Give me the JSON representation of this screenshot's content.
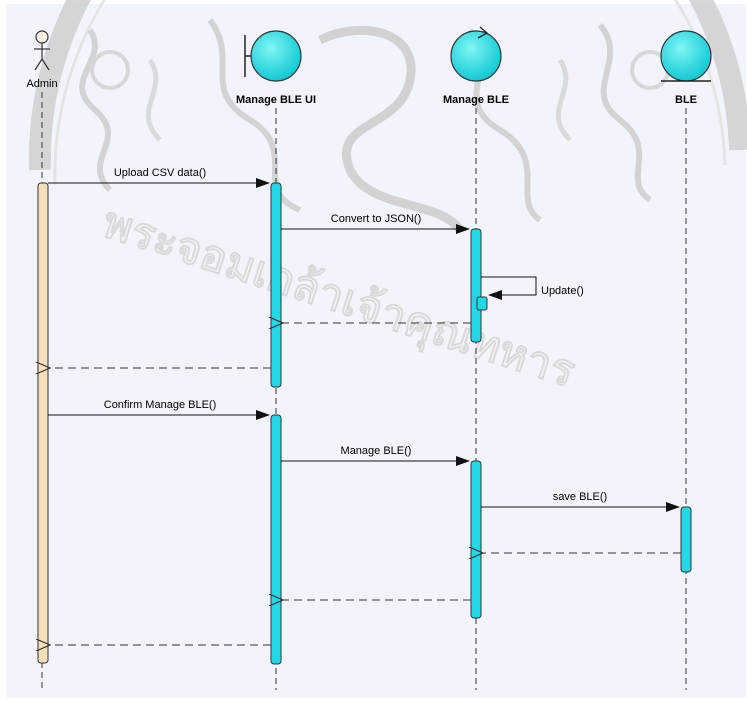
{
  "participants": {
    "admin": {
      "label": "Admin",
      "kind": "actor"
    },
    "ui": {
      "label": "Manage BLE UI",
      "kind": "boundary"
    },
    "ctrl": {
      "label": "Manage BLE",
      "kind": "control"
    },
    "entity": {
      "label": "BLE",
      "kind": "entity"
    }
  },
  "messages": {
    "m1": {
      "label": "Upload CSV data()"
    },
    "m2": {
      "label": "Convert to JSON()"
    },
    "m3": {
      "label": "Update()"
    },
    "m4": {
      "label": "Confirm Manage BLE()"
    },
    "m5": {
      "label": "Manage BLE()"
    },
    "m6": {
      "label": "save BLE()"
    }
  },
  "watermark": {
    "text": "พระจอมเกล้าเจ้าคุณทหาร"
  },
  "colors": {
    "diagram_bg": "#f1f5fb",
    "participant_fill": "#2ee0e4",
    "activation_fill": "#22d7e6",
    "actor_activation_fill": "#f7dfb9",
    "line": "#1a1a1a",
    "watermark": "#cfcfcf"
  }
}
